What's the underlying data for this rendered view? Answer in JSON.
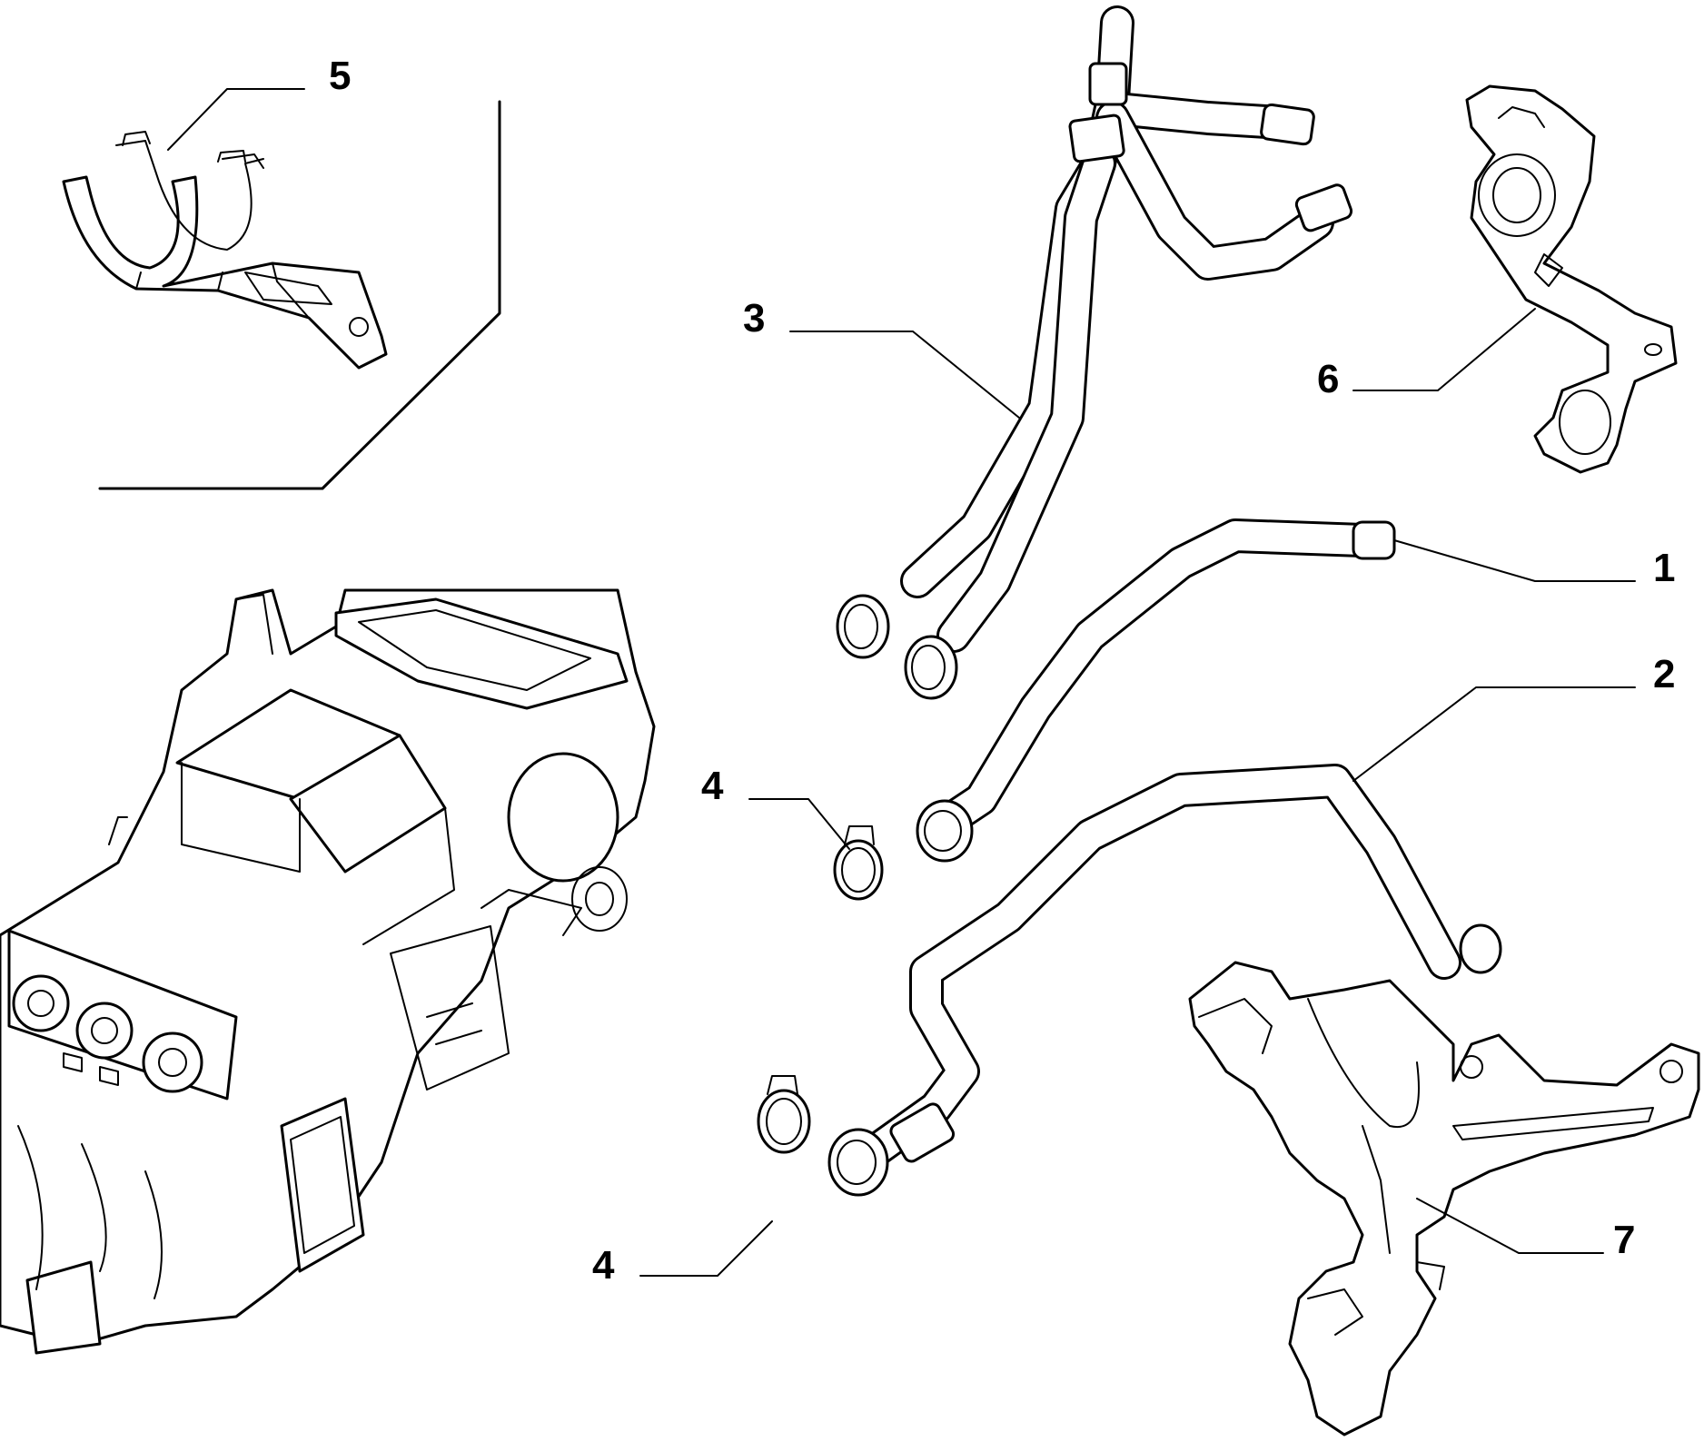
{
  "callouts": [
    {
      "id": "1",
      "label": "1"
    },
    {
      "id": "2",
      "label": "2"
    },
    {
      "id": "3",
      "label": "3"
    },
    {
      "id": "4a",
      "label": "4"
    },
    {
      "id": "4b",
      "label": "4"
    },
    {
      "id": "5",
      "label": "5"
    },
    {
      "id": "6",
      "label": "6"
    },
    {
      "id": "7",
      "label": "7"
    }
  ],
  "colors": {
    "line": "#000000",
    "background": "#ffffff"
  }
}
